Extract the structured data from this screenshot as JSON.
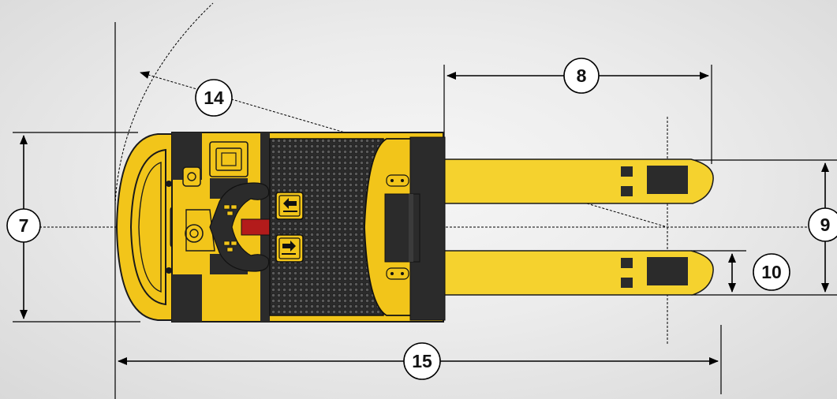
{
  "diagram": {
    "colors": {
      "body_yellow": "#f2c51a",
      "fork_yellow": "#f5d22e",
      "outline": "#1a1a1a",
      "dark_panel": "#2b2b2b",
      "handle_red": "#b31b1b",
      "dimension_line": "#000000"
    },
    "labels": {
      "d7": "7",
      "d8": "8",
      "d9": "9",
      "d10": "10",
      "d14": "14",
      "d15": "15"
    },
    "icons": {
      "button_up": "arrow-left-icon",
      "button_down": "arrow-right-icon"
    }
  }
}
